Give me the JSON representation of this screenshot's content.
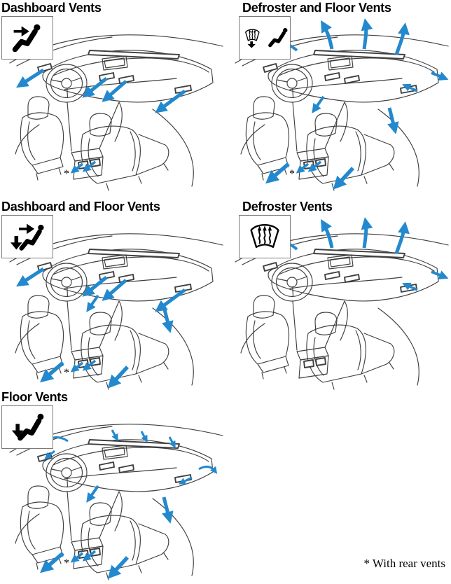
{
  "page": {
    "background": "#ffffff"
  },
  "colors": {
    "arrow_blue": "#2389CE",
    "line_art": "#3f3f3f"
  },
  "footnote": {
    "marker": "*",
    "text": "With rear vents"
  },
  "panels": [
    {
      "title": "Dashboard Vents",
      "icons": [
        {
          "name": "dashboard-vent-mode-icon"
        }
      ],
      "airflow": [
        "dashboard",
        "rear-console"
      ],
      "rear_vents_marker": true
    },
    {
      "title": "Defroster and Floor Vents",
      "icons": [
        {
          "name": "defroster-with-down-arrow-icon"
        },
        {
          "name": "seated-person-icon"
        }
      ],
      "airflow": [
        "defroster",
        "floor",
        "rear-console"
      ],
      "rear_vents_marker": true
    },
    {
      "title": "Dashboard and Floor Vents",
      "icons": [
        {
          "name": "dashboard-and-floor-vent-mode-icon"
        }
      ],
      "airflow": [
        "dashboard",
        "floor",
        "rear-console"
      ],
      "rear_vents_marker": true
    },
    {
      "title": "Defroster Vents",
      "icons": [
        {
          "name": "defroster-vent-mode-icon"
        }
      ],
      "airflow": [
        "defroster"
      ],
      "rear_vents_marker": false
    },
    {
      "title": "Floor Vents",
      "icons": [
        {
          "name": "floor-vent-mode-icon"
        }
      ],
      "airflow": [
        "defroster-trickle",
        "floor",
        "rear-console"
      ],
      "rear_vents_marker": true
    }
  ]
}
